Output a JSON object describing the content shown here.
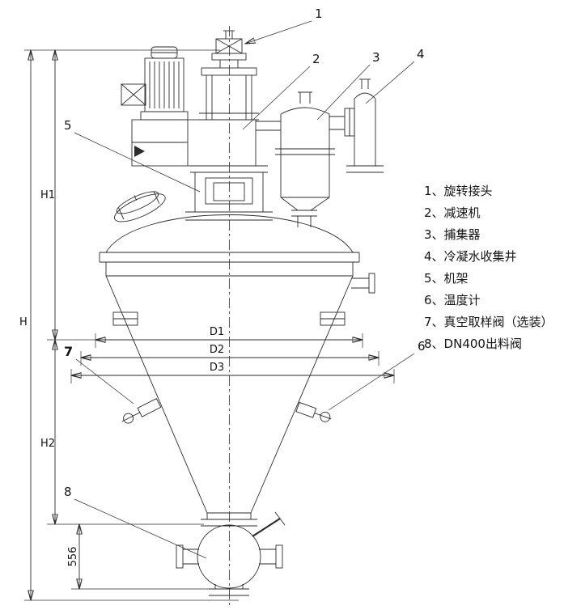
{
  "figure": {
    "type": "technical-drawing",
    "subject": "conical vacuum dryer assembly drawing",
    "background": "#ffffff",
    "line_color": "#2b2b2b"
  },
  "legend": {
    "items": [
      "1、旋转接头",
      "2、减速机",
      "3、捕集器",
      "4、冷凝水收集井",
      "5、机架",
      "6、温度计",
      "7、真空取样阀（选装）",
      "8、DN400出料阀"
    ]
  },
  "callouts": {
    "n1": "1",
    "n2": "2",
    "n3": "3",
    "n4": "4",
    "n5": "5",
    "n6": "6",
    "n7": "7",
    "n8": "8"
  },
  "dimensions": {
    "overall_height": "H",
    "upper_height": "H1",
    "cone_height": "H2",
    "valve_height": "556",
    "d1": "D1",
    "d2": "D2",
    "d3": "D3"
  }
}
